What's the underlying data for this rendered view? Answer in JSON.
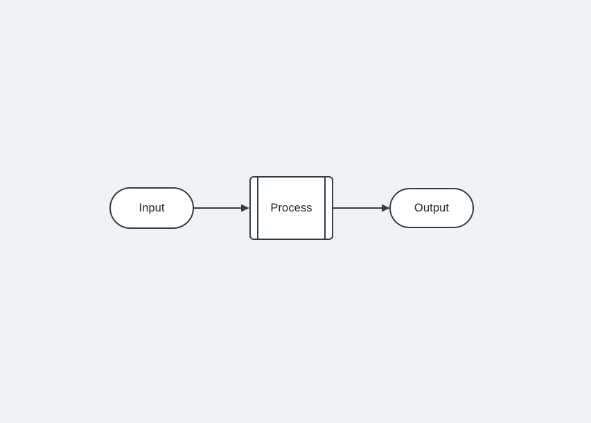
{
  "diagram": {
    "type": "flowchart",
    "direction": "left-to-right",
    "colors": {
      "background": "#f1f2f4",
      "node_fill": "#ffffff",
      "node_stroke": "#333d47",
      "edge_color": "#333d47",
      "label_text": "#22272e"
    },
    "nodes": [
      {
        "id": "input",
        "label": "Input",
        "shape": "stadium"
      },
      {
        "id": "process",
        "label": "Process",
        "shape": "subroutine"
      },
      {
        "id": "output",
        "label": "Output",
        "shape": "stadium"
      }
    ],
    "edges": [
      {
        "from": "Input",
        "to": "Process",
        "style": "solid-arrow"
      },
      {
        "from": "Process",
        "to": "Output",
        "style": "solid-arrow"
      }
    ]
  }
}
